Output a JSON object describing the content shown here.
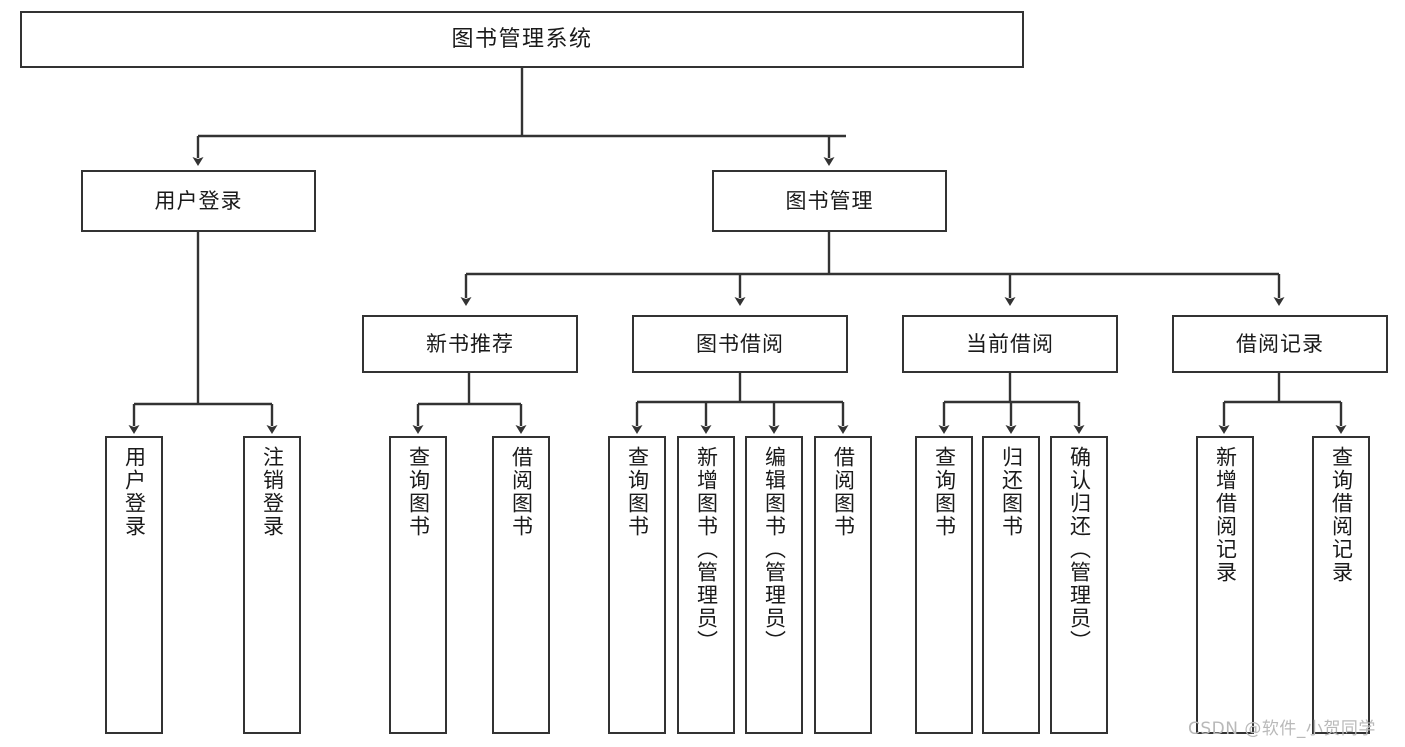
{
  "diagram": {
    "type": "tree",
    "title": "图书管理系统",
    "watermark": "CSDN @软件_小贺同学",
    "colors": {
      "box_border": "#333333",
      "box_fill": "#ffffff",
      "connector": "#333333",
      "text": "#1a1a1a",
      "watermark": "#b9b9b9",
      "background": "#ffffff"
    },
    "nodes": {
      "root": {
        "label": "图书管理系统"
      },
      "level2": [
        {
          "id": "user-login",
          "label": "用户登录"
        },
        {
          "id": "book-manage",
          "label": "图书管理"
        }
      ],
      "level3": [
        {
          "id": "new-book-recommend",
          "label": "新书推荐"
        },
        {
          "id": "book-borrow",
          "label": "图书借阅"
        },
        {
          "id": "current-borrow",
          "label": "当前借阅"
        },
        {
          "id": "borrow-record",
          "label": "借阅记录"
        }
      ],
      "leaves": {
        "user-login": [
          {
            "id": "leaf-user-login",
            "label": "用户登录"
          },
          {
            "id": "leaf-logout-login",
            "label": "注销登录"
          }
        ],
        "new-book-recommend": [
          {
            "id": "leaf-query-book-1",
            "label": "查询图书"
          },
          {
            "id": "leaf-borrow-book-1",
            "label": "借阅图书"
          }
        ],
        "book-borrow": [
          {
            "id": "leaf-query-book-2",
            "label": "查询图书"
          },
          {
            "id": "leaf-add-book",
            "label": "新增图书（管理员）"
          },
          {
            "id": "leaf-edit-book",
            "label": "编辑图书（管理员）"
          },
          {
            "id": "leaf-borrow-book-2",
            "label": "借阅图书"
          }
        ],
        "current-borrow": [
          {
            "id": "leaf-query-book-3",
            "label": "查询图书"
          },
          {
            "id": "leaf-return-book",
            "label": "归还图书"
          },
          {
            "id": "leaf-confirm-return",
            "label": "确认归还（管理员）"
          }
        ],
        "borrow-record": [
          {
            "id": "leaf-add-record",
            "label": "新增借阅记录"
          },
          {
            "id": "leaf-query-record",
            "label": "查询借阅记录"
          }
        ]
      }
    }
  }
}
